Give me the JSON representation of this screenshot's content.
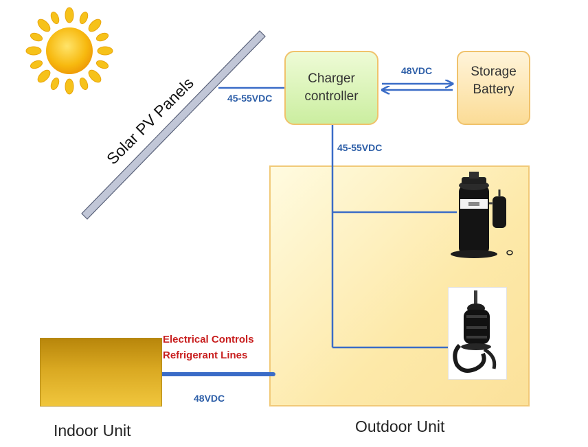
{
  "panels": {
    "label": "Solar PV Panels"
  },
  "charger": {
    "line1": "Charger",
    "line2": "controller"
  },
  "battery": {
    "line1": "Storage",
    "line2": "Battery"
  },
  "wires": {
    "panel_to_charger": "45-55VDC",
    "charger_to_battery": "48VDC",
    "charger_to_outdoor": "45-55VDC",
    "indoor_to_outdoor": "48VDC"
  },
  "indoor_link": {
    "line1": "Electrical Controls",
    "line2": "Refrigerant Lines"
  },
  "indoor_unit": {
    "label": "Indoor Unit"
  },
  "outdoor_unit": {
    "label": "Outdoor Unit"
  },
  "icons": [
    "sun-icon",
    "compressor-icon",
    "fan-motor-icon"
  ],
  "colors": {
    "wire": "#3a6cc7",
    "wire_label": "#2e5fa8",
    "control_label": "#c81e1e",
    "charger_fill": "#d8f2b3",
    "battery_fill": "#fde3a4",
    "outdoor_fill": "#fdeeb5",
    "indoor_fill": "#d9a821"
  }
}
